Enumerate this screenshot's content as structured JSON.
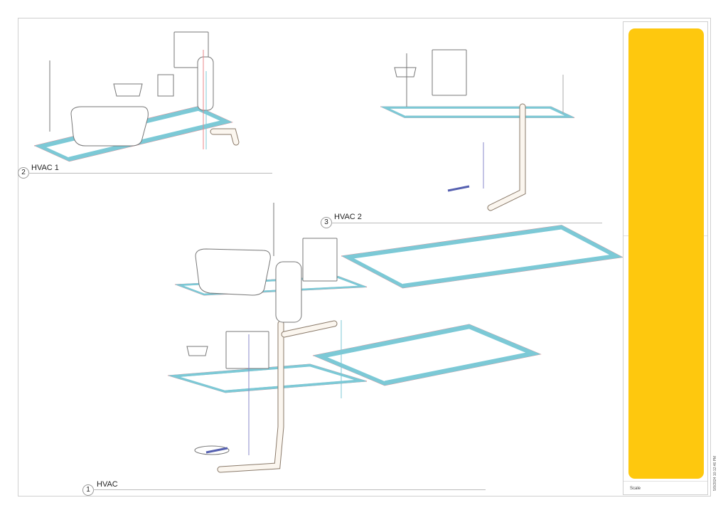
{
  "views": [
    {
      "number": "2",
      "title": "HVAC 1"
    },
    {
      "number": "3",
      "title": "HVAC 2"
    },
    {
      "number": "1",
      "title": "HVAC"
    }
  ],
  "title_block": {
    "scale_label": "Scale",
    "timestamp": "5/9/2024 10:12:46 PM",
    "accent_color": "#fec80e"
  },
  "colors": {
    "supply": "#e8848a",
    "return": "#7cc9d6",
    "pipe": "#c9b9a6"
  }
}
